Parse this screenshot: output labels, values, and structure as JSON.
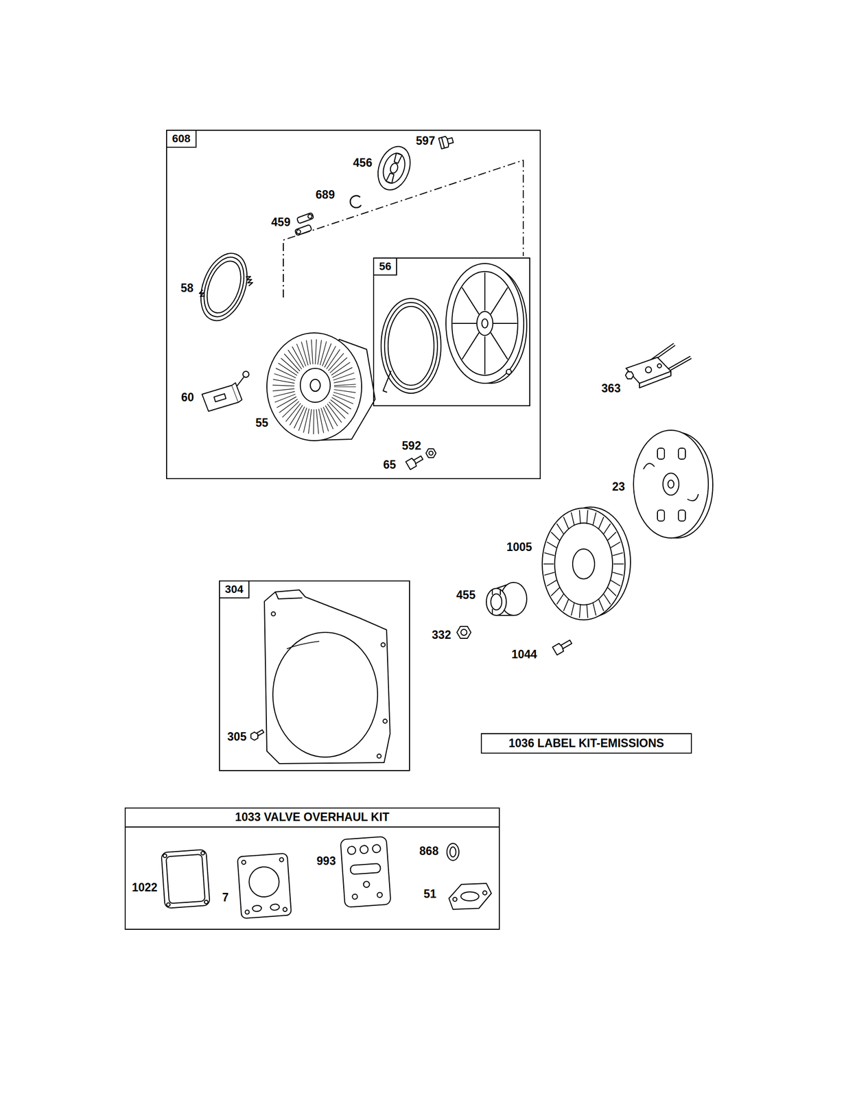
{
  "diagram": {
    "nodes": [
      {
        "text": [
          "608"
        ]
      },
      {
        "text": [
          "56"
        ],
        "in": 0
      },
      {
        "text": [
          "304"
        ]
      },
      {
        "text": [
          "1036 LABEL KIT-EMISSIONS"
        ]
      },
      {
        "text": [
          "1033 VALVE OVERHAUL KIT"
        ]
      }
    ],
    "labels": [
      "597",
      "456",
      "689",
      "459",
      "58",
      "60",
      "55",
      "592",
      "65",
      "363",
      "23",
      "1005",
      "455",
      "332",
      "1044",
      "305",
      "1022",
      "7",
      "993",
      "868",
      "51"
    ]
  }
}
